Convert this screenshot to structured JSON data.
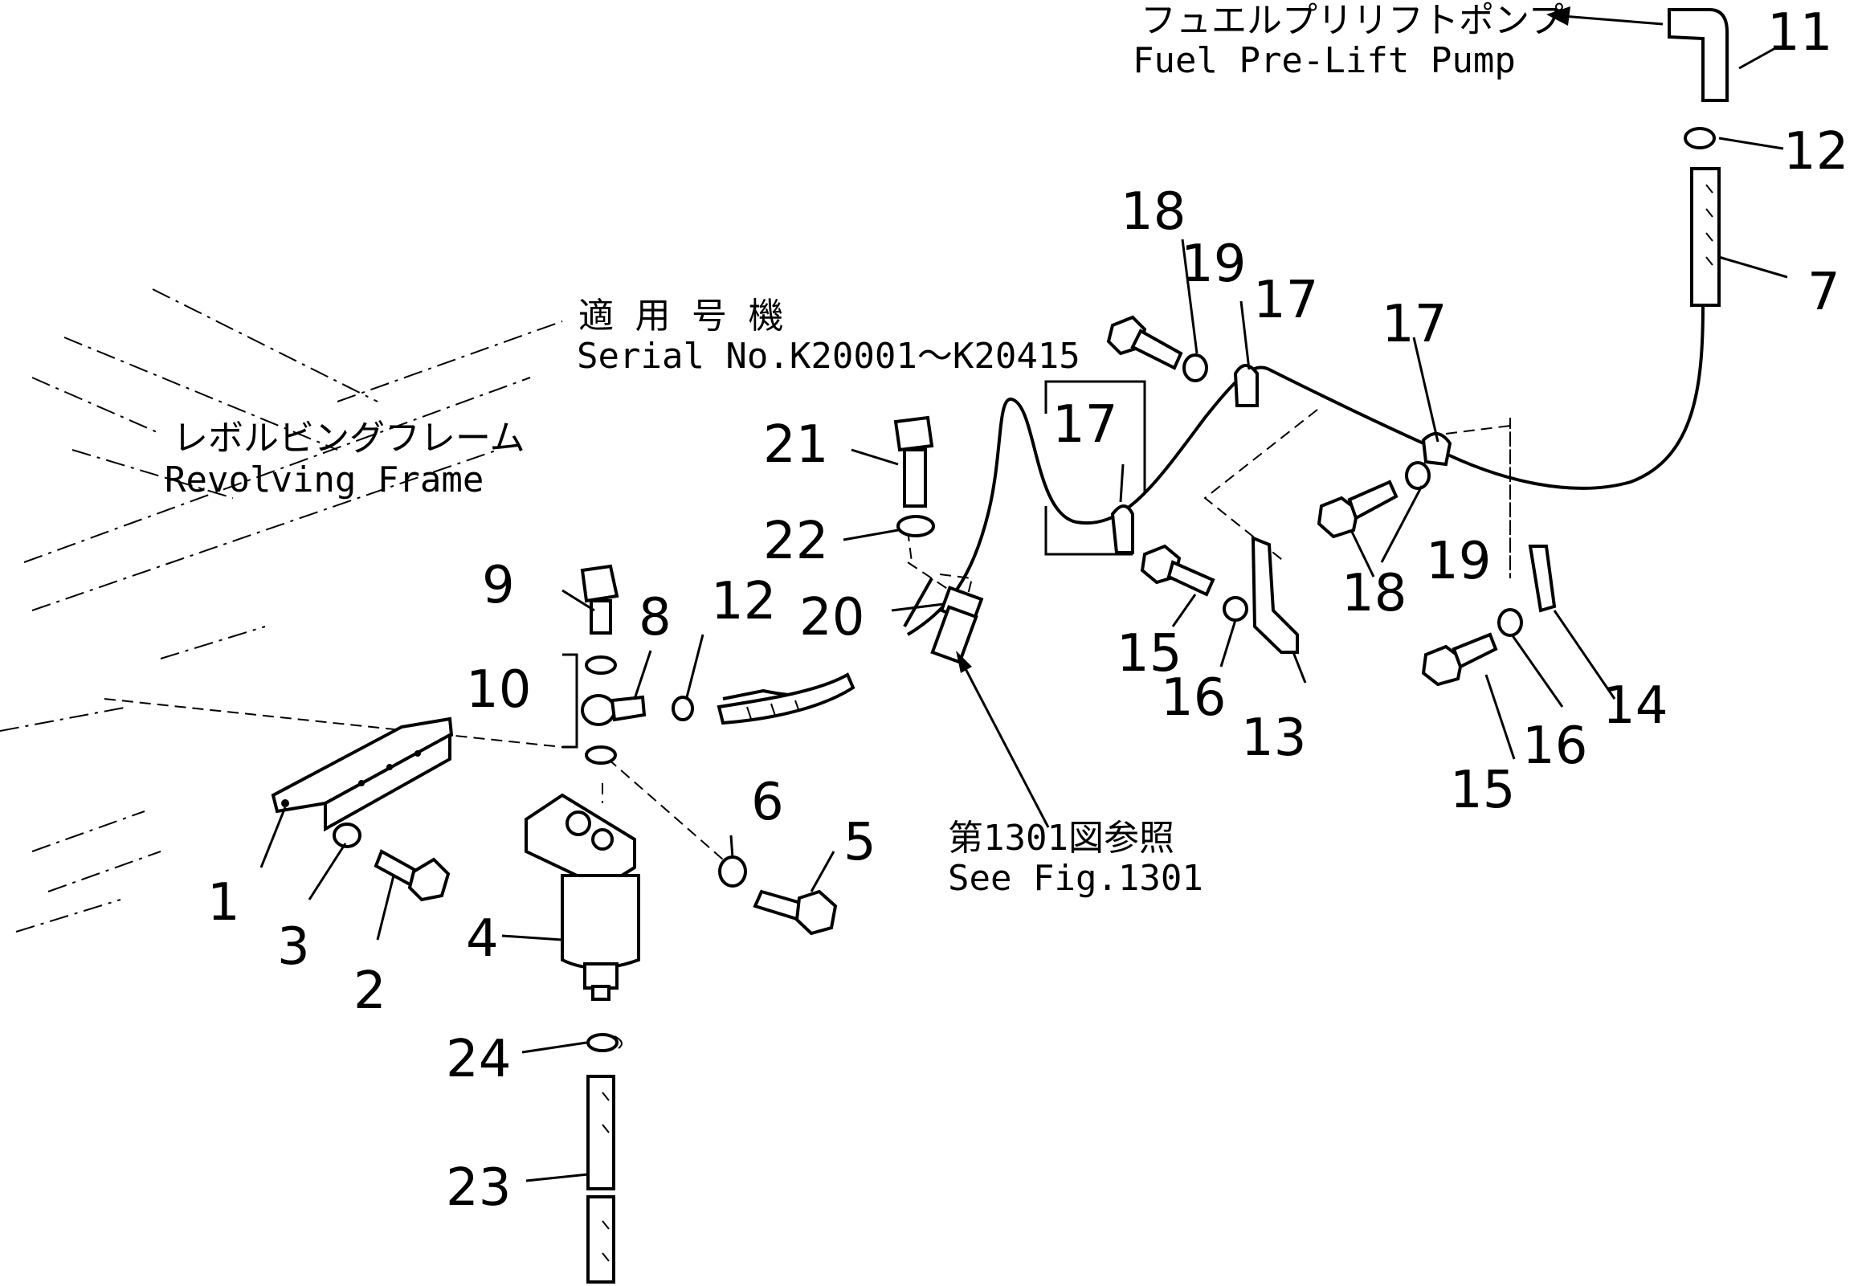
{
  "labels": {
    "pump_jp": "フュエルプリリフトポンプ",
    "pump_en": "Fuel Pre-Lift Pump",
    "serial_jp": "適 用 号 機",
    "serial_en": "Serial No.K20001～K20415",
    "frame_jp": "レボルビングフレーム",
    "frame_en": "Revolving Frame",
    "fig_jp": "第1301図参照",
    "fig_en": "See Fig.1301"
  },
  "callouts": {
    "c1": "1",
    "c2": "2",
    "c3": "3",
    "c4": "4",
    "c5": "5",
    "c6": "6",
    "c7": "7",
    "c8": "8",
    "c9": "9",
    "c10": "10",
    "c11": "11",
    "c12a": "12",
    "c12b": "12",
    "c13": "13",
    "c14": "14",
    "c15a": "15",
    "c15b": "15",
    "c16a": "16",
    "c16b": "16",
    "c17a": "17",
    "c17b": "17",
    "c17c": "17",
    "c18a": "18",
    "c18b": "18",
    "c19a": "19",
    "c19b": "19",
    "c20": "20",
    "c21": "21",
    "c22": "22",
    "c23": "23",
    "c24": "24"
  }
}
